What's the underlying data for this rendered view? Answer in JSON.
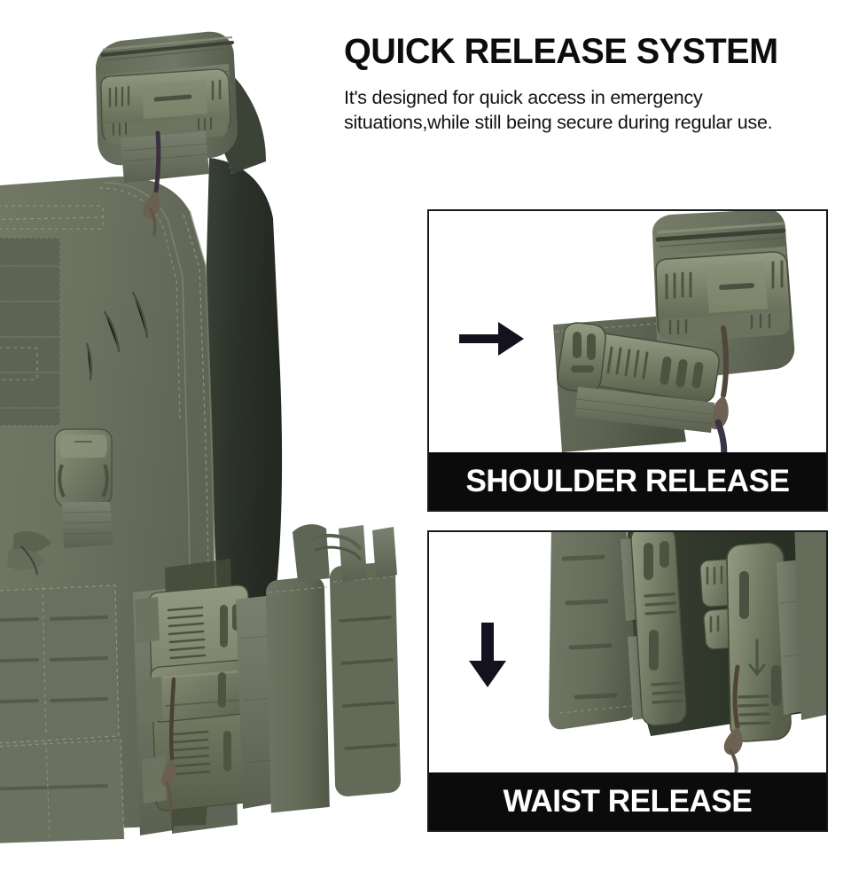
{
  "header": {
    "title": "QUICK RELEASE SYSTEM",
    "description": "It's designed for quick access in emergency situations,while still being secure during regular use."
  },
  "hero": {
    "alt_name": "olive-drab-tactical-plate-carrier-vest-side-view"
  },
  "panels": [
    {
      "id": "shoulder",
      "caption": "SHOULDER RELEASE",
      "arrow_icon": "arrow-right-icon",
      "arrow_direction": "right",
      "photo_alt": "shoulder-quick-release-buckle-closeup"
    },
    {
      "id": "waist",
      "caption": "WAIST RELEASE",
      "arrow_icon": "arrow-down-icon",
      "arrow_direction": "down",
      "photo_alt": "waist-cummerbund-quick-release-buckle-closeup"
    }
  ],
  "colors": {
    "background": "#ffffff",
    "caption_band": "#0b0b0b",
    "caption_text": "#ffffff",
    "headline": "#0d0d0d",
    "body_text": "#121212",
    "panel_border": "#1a1a1a",
    "fabric_olive": "#6f7562",
    "fabric_olive_dark": "#4a5142",
    "fabric_shadow": "#2a3228",
    "buckle_green": "#767c66",
    "stitch_thread": "#9aa08a"
  }
}
